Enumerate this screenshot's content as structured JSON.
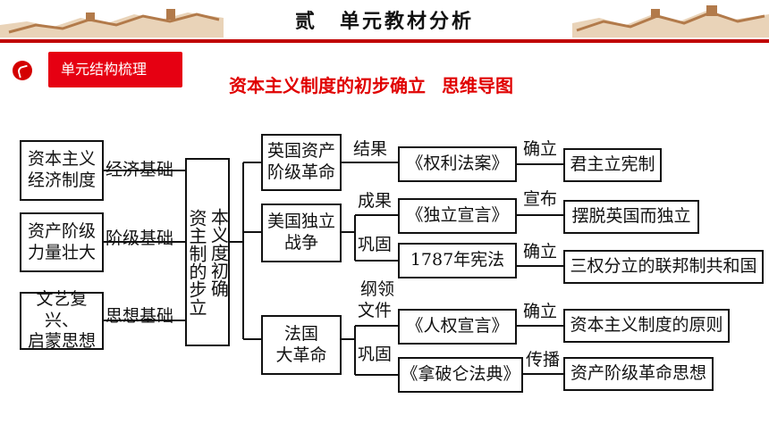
{
  "header": {
    "title": "贰　单元教材分析"
  },
  "section_tag": "单元结构梳理",
  "diagram_title": {
    "part1": "资本主义制度的初步确立",
    "part2": "思维导图"
  },
  "left_boxes": [
    {
      "line1": "资本主义",
      "line2": "经济制度",
      "label": "经济基础"
    },
    {
      "line1": "资产阶级",
      "line2": "力量壮大",
      "label": "阶级基础"
    },
    {
      "line1": "文艺复兴、",
      "line2": "启蒙思想",
      "label": "思想基础"
    }
  ],
  "center_box": {
    "col1": "资主制的步立",
    "col2": "本义度初确"
  },
  "events": [
    {
      "line1": "英国资产",
      "line2": "阶级革命"
    },
    {
      "line1": "美国独立",
      "line2": "战争"
    },
    {
      "line1": "法国",
      "line2": "大革命"
    }
  ],
  "relation_labels": {
    "result": "结果",
    "achievement": "成果",
    "consolidate_us": "巩固",
    "program_line1": "纲领",
    "program_line2": "文件",
    "consolidate_fr": "巩固"
  },
  "documents": [
    "《权利法案》",
    "《独立宣言》",
    "1787年宪法",
    "《人权宣言》",
    "《拿破仑法典》"
  ],
  "verbs": [
    "确立",
    "宣布",
    "确立",
    "确立",
    "传播"
  ],
  "outcomes": [
    "君主立宪制",
    "摆脱英国而独立",
    "三权分立的联邦制共和国",
    "资本主义制度的原则",
    "资产阶级革命思想"
  ]
}
